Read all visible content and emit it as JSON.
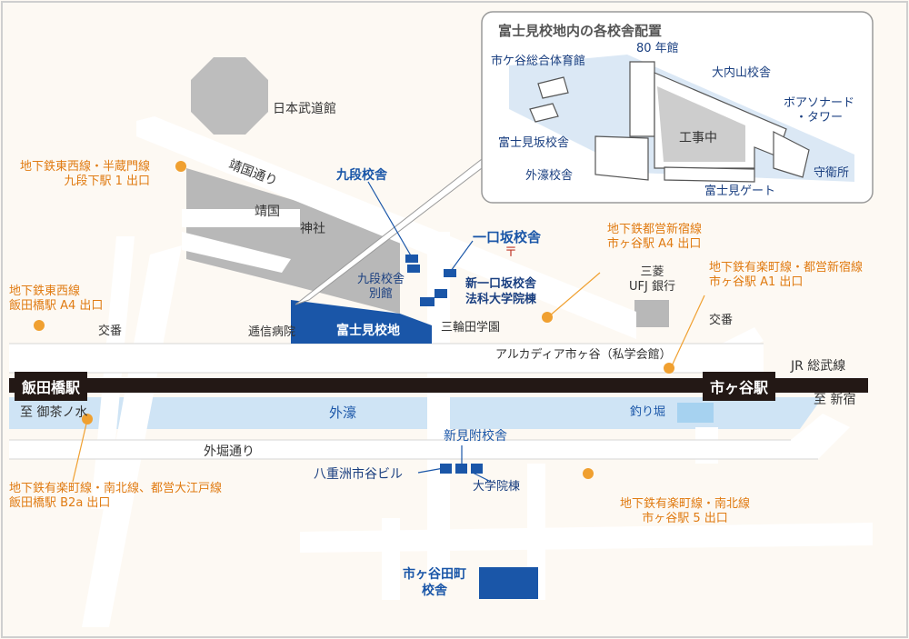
{
  "colors": {
    "road": "#ffffff",
    "block": "#b8b8b8",
    "campus": "#1a56a8",
    "water": "#cfe4f5",
    "rail": "#231815",
    "metro": "#f0a030",
    "bg": "#fdf9f3"
  },
  "labels": {
    "budokan": "日本武道館",
    "yasukuni_dori": "靖国通り",
    "yasukuni_jinja_1": "靖国",
    "yasukuni_jinja_2": "神社",
    "kudan_bldg": "九段校舎",
    "kudan_annex": "九段校舎\n別館",
    "ichigozaka": "一口坂校舎",
    "shin_ichigozaka": "新一口坂校舎",
    "law_school": "法科大学院棟",
    "teishin": "逓信病院",
    "fujimi": "富士見校地",
    "miwada": "三輪田学園",
    "mitsubishi": "三菱\nUFJ 銀行",
    "koban_left": "交番",
    "koban_right": "交番",
    "arcadia": "アルカディア市ヶ谷（私学会館）",
    "jr_sobu": "JR 総武線",
    "iidabashi": "飯田橋駅",
    "ichigaya": "市ヶ谷駅",
    "to_ochanomizu": "至 御茶ノ水",
    "to_shinjuku": "至 新宿",
    "sotobori": "外濠",
    "tsuribori": "釣り堀",
    "sotobori_dori": "外堀通り",
    "shin_mitsuke": "新見附校舎",
    "yaesu": "八重洲市谷ビル",
    "grad_bldg": "大学院棟",
    "tamachi": "市ヶ谷田町\n校舎",
    "postal": "〒"
  },
  "metro": {
    "kudanshita": "地下鉄東西線・半蔵門線\n九段下駅 1 出口",
    "iidabashi_a4": "地下鉄東西線\n飯田橋駅 A4 出口",
    "iidabashi_b2a": "地下鉄有楽町線・南北線、都営大江戸線\n飯田橋駅 B2a 出口",
    "ichigaya_a4": "地下鉄都営新宿線\n市ヶ谷駅 A4 出口",
    "ichigaya_a1": "地下鉄有楽町線・都営新宿線\n市ヶ谷駅 A1 出口",
    "ichigaya_5": "地下鉄有楽町線・南北線\n市ヶ谷駅 5 出口"
  },
  "inset": {
    "title": "富士見校地内の各校舎配置",
    "gym": "市ケ谷総合体育館",
    "hall80": "80 年館",
    "ouchiyama": "大内山校舎",
    "boissonade": "ボアソナード\n・タワー",
    "construction": "工事中",
    "fujimizaka": "富士見坂校舎",
    "sotobori_bldg": "外濠校舎",
    "guard": "守衛所",
    "fujimi_gate": "富士見ゲート"
  }
}
